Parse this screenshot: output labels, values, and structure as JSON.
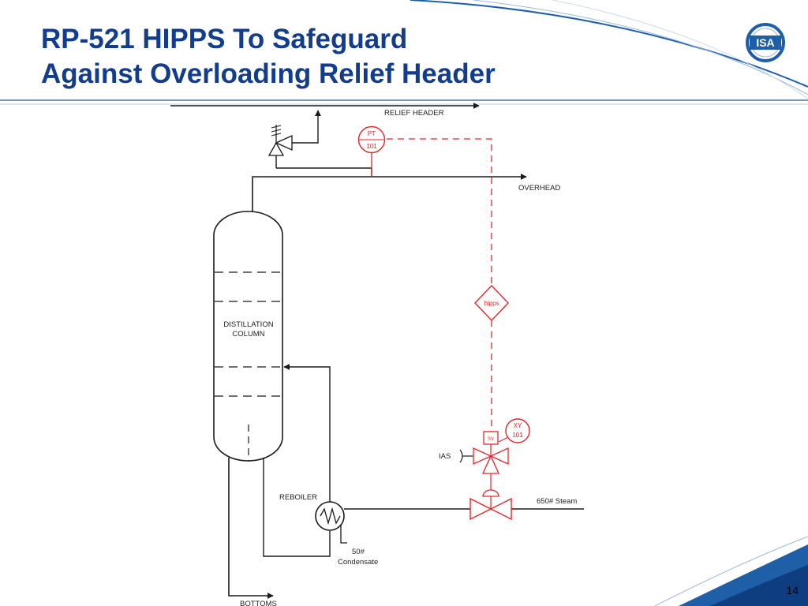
{
  "slide": {
    "title_line1": "RP-521 HIPPS To Safeguard",
    "title_line2": "Against Overloading Relief Header",
    "page_number": "14",
    "logo_text": "ISA"
  },
  "diagram": {
    "relief_header": "RELIEF HEADER",
    "overhead": "OVERHEAD",
    "column_line1": "DISTILLATION",
    "column_line2": "COLUMN",
    "reboiler": "REBOILER",
    "bottoms": "BOTTOMS",
    "condensate_line1": "50#",
    "condensate_line2": "Condensate",
    "steam": "650# Steam",
    "ias": "IAS",
    "pt_line1": "PT",
    "pt_line2": "101",
    "xy_line1": "XY",
    "xy_line2": "101",
    "hipps": "hipps",
    "sv": "SV"
  },
  "colors": {
    "title": "#123c8c",
    "instrument": "#e8262b",
    "process_line": "#1a1a1a",
    "accent_blue": "#1f5fa8"
  }
}
